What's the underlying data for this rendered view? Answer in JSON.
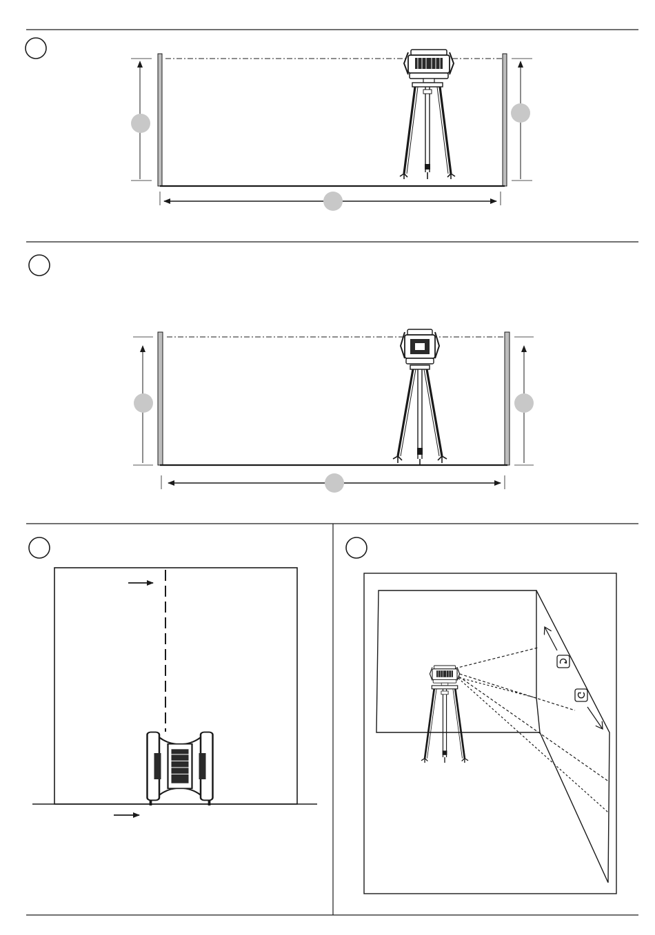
{
  "page": {
    "title": "",
    "figures": [
      {
        "id": "figure-top",
        "step_label": ""
      },
      {
        "id": "figure-middle",
        "step_label": ""
      },
      {
        "id": "figure-bottom-left",
        "step_label": ""
      },
      {
        "id": "figure-bottom-right",
        "step_label": ""
      }
    ]
  },
  "icons": {
    "rotate_ccw": "rotate-counterclockwise-icon",
    "rotate_cw": "rotate-clockwise-icon",
    "laser_level": "rotary-laser-level-icon",
    "tripod": "tripod-icon"
  },
  "colors": {
    "line": "#1a1a1a",
    "callout_fill": "#c8c8c8",
    "wall_fill": "#bdbdbd",
    "background": "#ffffff"
  }
}
